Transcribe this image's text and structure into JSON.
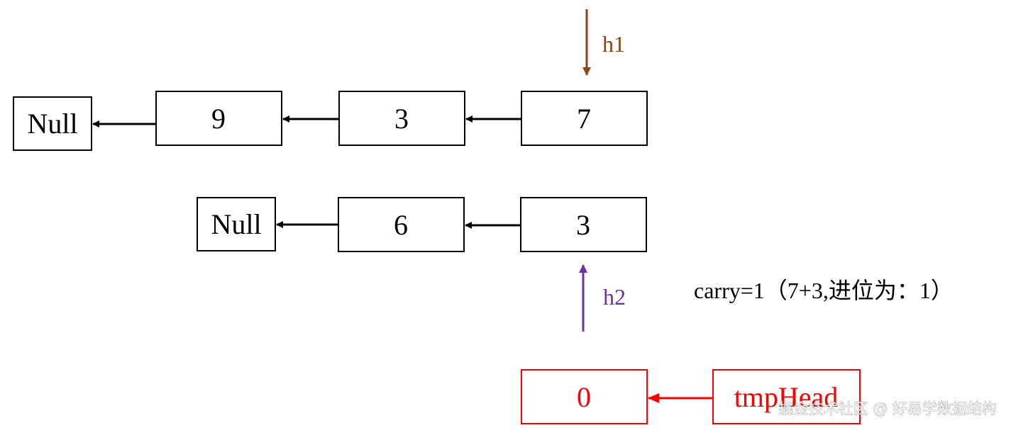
{
  "diagram": {
    "list1": {
      "nodes": [
        "7",
        "3",
        "9"
      ],
      "terminal": "Null",
      "pointer": "h1"
    },
    "list2": {
      "nodes": [
        "3",
        "6"
      ],
      "terminal": "Null",
      "pointer": "h2"
    },
    "result": {
      "node": "0",
      "head_label": "tmpHead"
    },
    "carry_note": "carry=1（7+3,进位为：1）",
    "watermark": "掘金技术社区 @ 好易学数据结构",
    "colors": {
      "h1": "#8B4513",
      "h2": "#7030A0",
      "result": "#FF0000",
      "default": "#000000"
    }
  }
}
